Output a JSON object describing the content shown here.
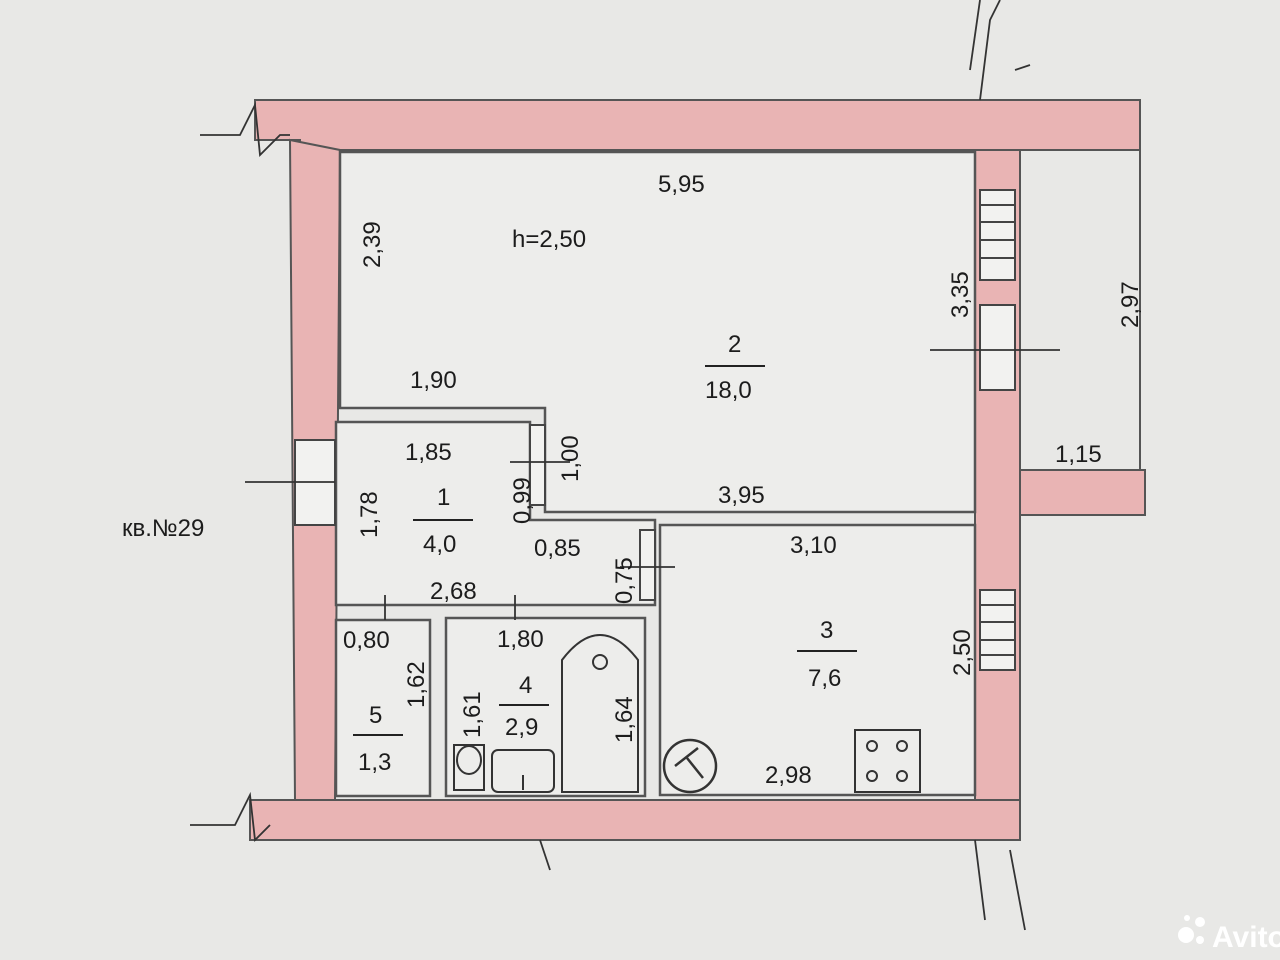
{
  "plan": {
    "apartment_label": "кв.№29",
    "ceiling_height": "h=2,50",
    "wall_color": "#e9b4b4",
    "wall_outline_color": "#555555",
    "background_color": "#e8e8e6",
    "rooms": [
      {
        "number": "1",
        "area": "4,0"
      },
      {
        "number": "2",
        "area": "18,0"
      },
      {
        "number": "3",
        "area": "7,6"
      },
      {
        "number": "4",
        "area": "2,9"
      },
      {
        "number": "5",
        "area": "1,3"
      }
    ],
    "dimensions": {
      "d_595": "5,95",
      "d_239": "2,39",
      "d_335": "3,35",
      "d_297": "2,97",
      "d_190": "1,90",
      "d_185": "1,85",
      "d_100": "1,00",
      "d_099": "0,99",
      "d_395": "3,95",
      "d_115": "1,15",
      "d_178": "1,78",
      "d_085": "0,85",
      "d_310": "3,10",
      "d_075": "0,75",
      "d_268": "2,68",
      "d_080": "0,80",
      "d_162": "1,62",
      "d_180": "1,80",
      "d_161": "1,61",
      "d_164": "1,64",
      "d_250": "2,50",
      "d_298": "2,98"
    },
    "fixtures": [
      "window-icon",
      "bathtub-icon",
      "toilet-icon",
      "sink-icon",
      "stove-icon",
      "water-heater-icon"
    ]
  },
  "watermark": {
    "text": "Avito",
    "icon": "avito-logo-icon"
  }
}
